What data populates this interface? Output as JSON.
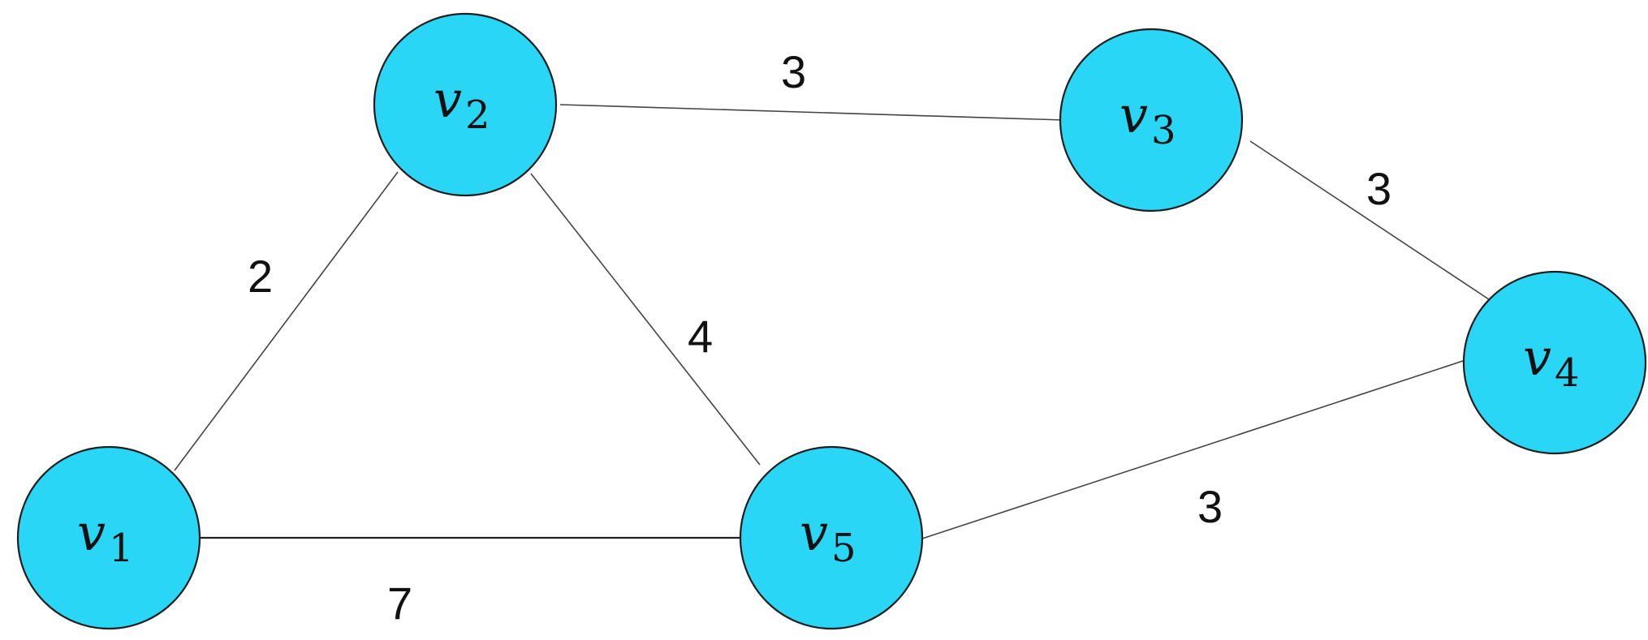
{
  "nodes": [
    {
      "id": "v1",
      "letter": "v",
      "subscript": "1",
      "color": "#2ad6f5"
    },
    {
      "id": "v2",
      "letter": "v",
      "subscript": "2",
      "color": "#2ad6f5"
    },
    {
      "id": "v3",
      "letter": "v",
      "subscript": "3",
      "color": "#2ad6f5"
    },
    {
      "id": "v4",
      "letter": "v",
      "subscript": "4",
      "color": "#2ad6f5"
    },
    {
      "id": "v5",
      "letter": "v",
      "subscript": "5",
      "color": "#2ad6f5"
    }
  ],
  "edges": [
    {
      "from": "v1",
      "to": "v2",
      "weight": "2"
    },
    {
      "from": "v2",
      "to": "v3",
      "weight": "3"
    },
    {
      "from": "v3",
      "to": "v4",
      "weight": "3"
    },
    {
      "from": "v2",
      "to": "v5",
      "weight": "4"
    },
    {
      "from": "v1",
      "to": "v5",
      "weight": "7"
    },
    {
      "from": "v5",
      "to": "v4",
      "weight": "3"
    }
  ]
}
